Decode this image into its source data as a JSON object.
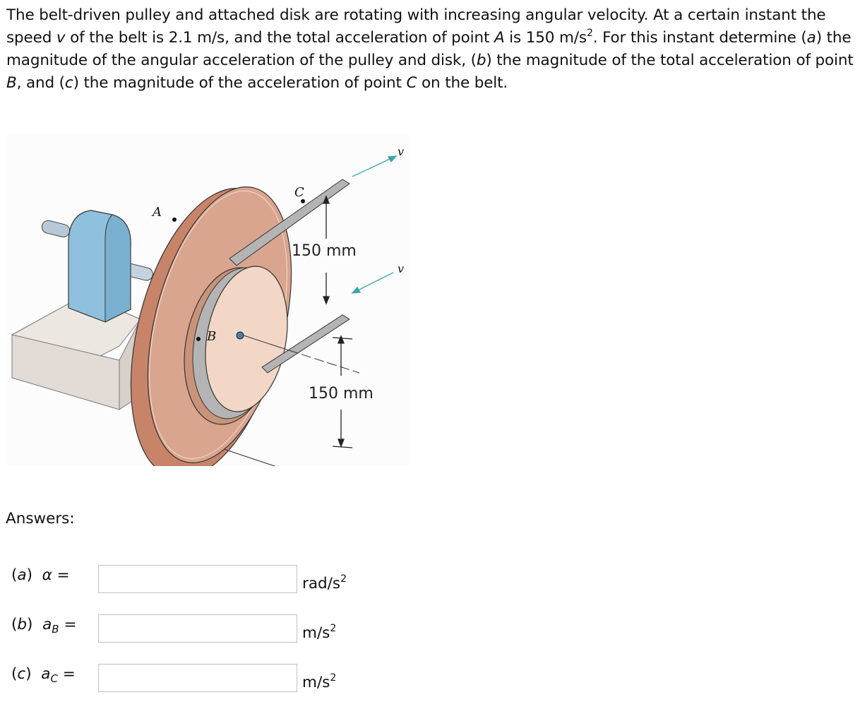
{
  "problem": {
    "text_1": "The belt-driven pulley and attached disk are rotating with increasing angular velocity. At a certain instant the speed ",
    "var_v": "v",
    "text_2": " of the belt is 2.1 m/s, and the total acceleration of point ",
    "var_A": "A",
    "text_3": " is 150 m/s",
    "sup_2": "2",
    "text_4": ". For this instant determine (",
    "part_a": "a",
    "text_5": ") the magnitude of the angular acceleration of the pulley and disk, (",
    "part_b": "b",
    "text_6": ") the magnitude of the total acceleration of point ",
    "var_B": "B",
    "text_7": ", and (",
    "part_c": "c",
    "text_8": ") the magnitude of the acceleration of point ",
    "var_C": "C",
    "text_9": " on the belt.",
    "given": {
      "belt_speed": "2.1 m/s",
      "accel_point_A": "150 m/s²"
    }
  },
  "figure": {
    "label_A": "A",
    "label_B": "B",
    "label_C": "C",
    "label_v_top": "v",
    "label_v_bottom": "v",
    "dim_pulley": "150 mm",
    "dim_disk": "150 mm",
    "colors": {
      "disk": "#d9a58e",
      "disk_edge": "#c4806a",
      "pulley_face": "#f2d6c6",
      "belt": "#b4b4b4",
      "bearing": "#8fc1de",
      "base": "#e6e0dc",
      "velocity_arrow": "#3aa6a6"
    }
  },
  "answers": {
    "heading": "Answers:",
    "rows": [
      {
        "part": "a",
        "prefix": "(",
        "suffix": ")",
        "symbol": "α",
        "subscript": "",
        "equals": "=",
        "value": "",
        "unit": "rad/s",
        "unit_sup": "2"
      },
      {
        "part": "b",
        "prefix": "(",
        "suffix": ")",
        "symbol": "a",
        "subscript": "B",
        "equals": "=",
        "value": "",
        "unit": "m/s",
        "unit_sup": "2"
      },
      {
        "part": "c",
        "prefix": "(",
        "suffix": ")",
        "symbol": "a",
        "subscript": "C",
        "equals": "=",
        "value": "",
        "unit": "m/s",
        "unit_sup": "2"
      }
    ]
  }
}
